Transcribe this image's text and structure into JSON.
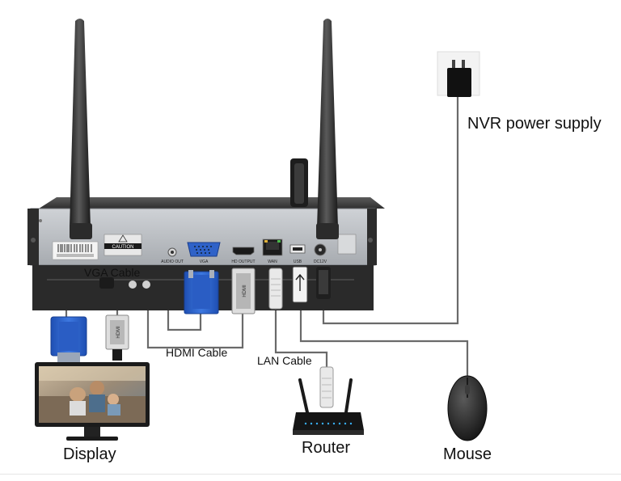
{
  "labels": {
    "power_supply": "NVR power supply",
    "vga_cable": "VGA Cable",
    "hdmi_cable": "HDMI Cable",
    "lan_cable": "LAN Cable",
    "display": "Display",
    "router": "Router",
    "mouse": "Mouse"
  },
  "nvr_panel": {
    "caution": "CAUTION",
    "audio_out": "AUDIO OUT",
    "vga": "VGA",
    "hd_output": "HD OUTPUT",
    "wan": "WAN",
    "usb": "USB",
    "dc12v": "DC12V",
    "hdmi_logo": "HDMI"
  },
  "colors": {
    "device_body": "#2b2b2b",
    "panel_metal": "#b8bcc0",
    "vga_blue": "#2f62c8",
    "cable_gray": "#6a6a6a"
  }
}
